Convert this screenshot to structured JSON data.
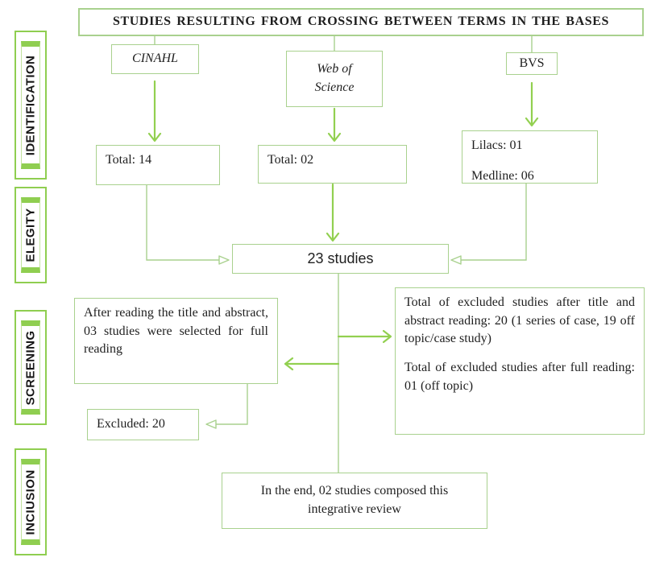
{
  "colors": {
    "arrow_bright": "#92d050",
    "line_light": "#a9d18e",
    "stage_border": "#8fce50",
    "text": "#1f1f1f"
  },
  "header": {
    "title": "STUDIES RESULTING FROM CROSSING BETWEEN TERMS IN THE BASES"
  },
  "stages": [
    {
      "label": "IDENTIFICATION"
    },
    {
      "label": "ELEGITY"
    },
    {
      "label": "SCREENING"
    },
    {
      "label": "INCIUSION"
    }
  ],
  "identification": {
    "cinahl": "CINAHL",
    "wos_line1": "Web of",
    "wos_line2": "Science",
    "bvs": "BVS",
    "cinahl_total": "Total: 14",
    "wos_total": "Total: 02",
    "lilacs": "Lilacs: 01",
    "medline": "Medline: 06"
  },
  "elegity": {
    "merged": "23 studies"
  },
  "screening": {
    "selected": "After reading the title and abstract, 03 studies were selected for full reading",
    "exclusion_para1": "Total of excluded studies after title and abstract reading: 20 (1 series of case, 19 off topic/case study)",
    "exclusion_para2": "Total of excluded studies after full reading: 01 (off topic)",
    "excluded": "Excluded: 20"
  },
  "inclusion": {
    "final": "In the end, 02 studies composed this integrative review"
  }
}
